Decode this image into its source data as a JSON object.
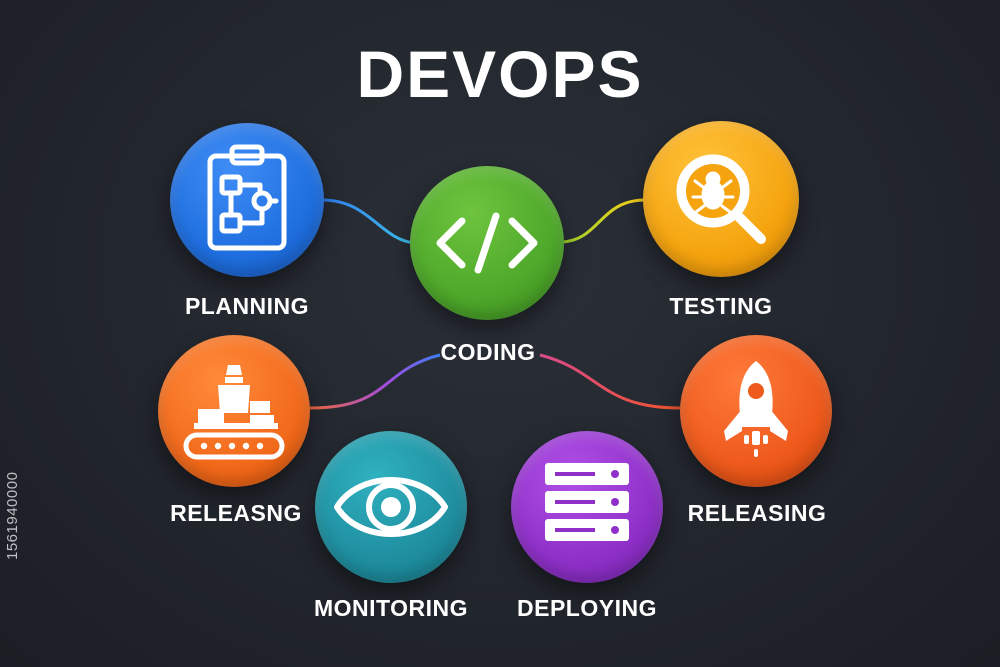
{
  "title": "DEVOPS",
  "stages": {
    "planning": {
      "label": "PLANNING",
      "color": "#1f6fe0",
      "icon": "clipboard-flowchart-icon"
    },
    "coding": {
      "label": "CODING",
      "color": "#4ea82a",
      "icon": "code-brackets-icon"
    },
    "testing": {
      "label": "TESTING",
      "color": "#f5a40f",
      "icon": "bug-magnifier-icon"
    },
    "releasing_left": {
      "label": "RELEASNG",
      "color": "#f26a1b",
      "icon": "factory-conveyor-icon"
    },
    "monitoring": {
      "label": "MONITORING",
      "color": "#1f8fa0",
      "icon": "eye-icon"
    },
    "deploying": {
      "label": "DEPLOYING",
      "color": "#8f31c9",
      "icon": "server-stack-icon"
    },
    "releasing_right": {
      "label": "RELEASING",
      "color": "#ee5a1c",
      "icon": "rocket-icon"
    }
  },
  "watermark": "1561940000"
}
